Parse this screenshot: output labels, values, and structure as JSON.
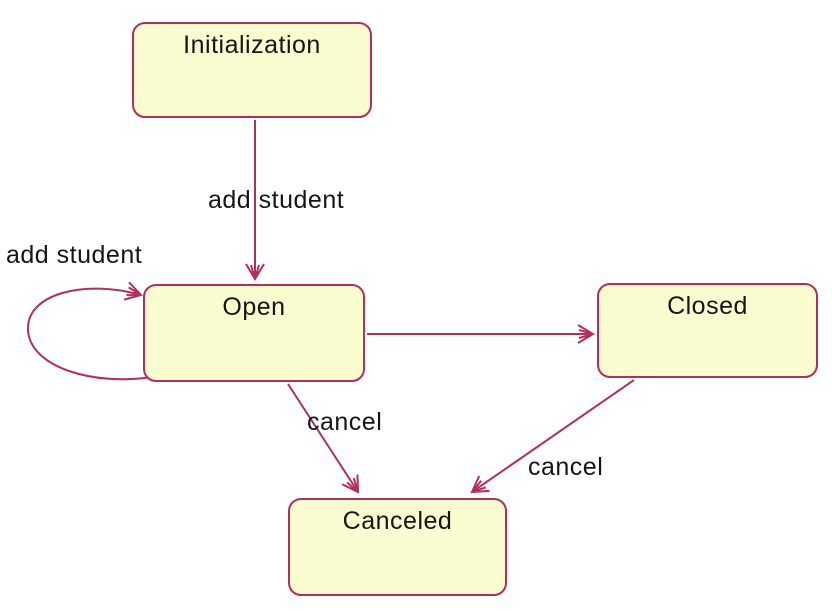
{
  "diagram": {
    "type": "uml-state-diagram",
    "states": [
      {
        "id": "initialization",
        "label": "Initialization"
      },
      {
        "id": "open",
        "label": "Open"
      },
      {
        "id": "closed",
        "label": "Closed"
      },
      {
        "id": "canceled",
        "label": "Canceled"
      }
    ],
    "transitions": [
      {
        "from": "initialization",
        "to": "open",
        "label": "add student"
      },
      {
        "from": "open",
        "to": "open",
        "label": "add student"
      },
      {
        "from": "open",
        "to": "closed",
        "label": ""
      },
      {
        "from": "open",
        "to": "canceled",
        "label": "cancel"
      },
      {
        "from": "closed",
        "to": "canceled",
        "label": "cancel"
      }
    ],
    "colors": {
      "state_fill": "#FBFBD0",
      "state_border": "#B02F5C",
      "arrow": "#B02F5C",
      "text": "#151515",
      "background": "#FFFFFF"
    }
  }
}
